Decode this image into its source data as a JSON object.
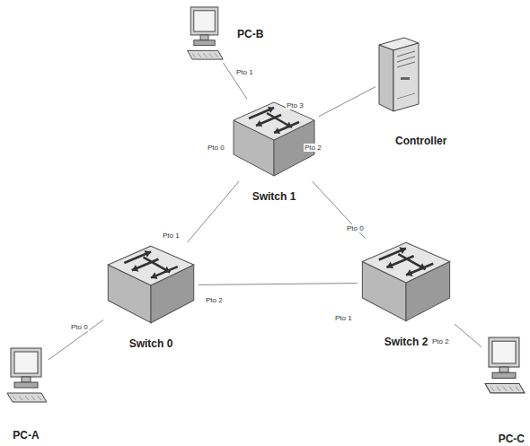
{
  "diagram": {
    "nodes": [
      {
        "text": [
          "PC-B"
        ]
      },
      {
        "text": [
          "Controller"
        ]
      },
      {
        "text": [
          "Switch 1"
        ]
      },
      {
        "text": [
          "Switch 0"
        ]
      },
      {
        "text": [
          "Switch 2"
        ]
      },
      {
        "text": [
          "PC-A"
        ]
      },
      {
        "text": [
          "PC-C"
        ]
      }
    ],
    "edges": [
      {
        "from": 2,
        "to": 0,
        "arrow": "none"
      },
      {
        "from": 2,
        "to": 1,
        "arrow": "none"
      },
      {
        "from": 2,
        "to": 3,
        "arrow": "none"
      },
      {
        "from": 2,
        "to": 4,
        "arrow": "none"
      },
      {
        "from": 3,
        "to": 4,
        "arrow": "none"
      },
      {
        "from": 3,
        "to": 5,
        "arrow": "none"
      },
      {
        "from": 4,
        "to": 6,
        "arrow": "none"
      }
    ],
    "labels": [
      "Pto 1",
      "Pto 3",
      "Pto 0",
      "Pto 2",
      "Pto 1",
      "Pto 0",
      "Pto 2",
      "Pto 0",
      "Pto 1",
      "Pto 2"
    ]
  }
}
